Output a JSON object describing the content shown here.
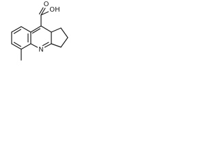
{
  "molecule": {
    "atom_labels": {
      "carboxyl_o": "O",
      "carboxyl_oh": "OH",
      "ring_n": "N"
    }
  }
}
